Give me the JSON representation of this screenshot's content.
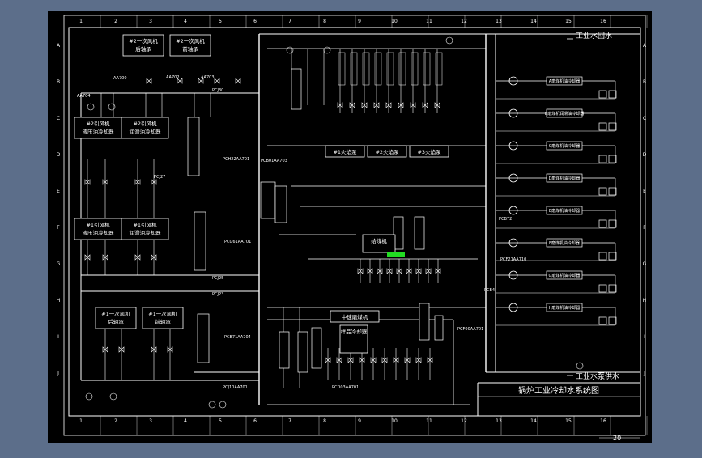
{
  "drawing": {
    "title": "锅炉工业冷却水系统图",
    "page_number": "20",
    "supply_label": "工业水回水",
    "return_label": "工业水泵供水",
    "col_numbers": [
      "1",
      "2",
      "3",
      "4",
      "5",
      "6",
      "7",
      "8",
      "9",
      "10",
      "11",
      "12",
      "13",
      "14",
      "15",
      "16"
    ],
    "row_letters": [
      "A",
      "B",
      "C",
      "D",
      "E",
      "F",
      "G",
      "H",
      "I",
      "J"
    ],
    "colors": {
      "background_outer": "#5c6e8a",
      "sheet": "#000000",
      "line": "#ffffff",
      "accent": "#22dd22"
    }
  },
  "blocks": {
    "fan2_rear": "#2一次风机\n后轴承",
    "fan2_front": "#2一次风机\n前轴承",
    "fan2_hyd": "#2引风机\n液压油冷却器",
    "fan2_lube": "#2引风机\n润滑油冷却器",
    "fan1_hyd": "#1引风机\n液压油冷却器",
    "fan1_lube": "#1引风机\n润滑油冷却器",
    "fan1_rear": "#1一次风机\n后轴承",
    "fan1_front": "#1一次风机\n前轴承",
    "pump_a": "#1火焰泵",
    "pump_b": "#2火焰泵",
    "pump_c": "#3火焰泵",
    "mill_main": "中速磨煤机",
    "sample_cooler": "样品冷却器",
    "coal_feeder": "给煤机"
  },
  "right_branches": [
    "A磨煤机油冷却器",
    "B磨煤机润滑油冷却器",
    "C磨煤机油冷却器",
    "D磨煤机油冷却器",
    "E磨煤机油冷却器",
    "F磨煤机油冷却器",
    "G磨煤机油冷却器",
    "H磨煤机油冷却器"
  ],
  "tags": {
    "t1": "AA700",
    "t2": "AA702",
    "t3": "AA703",
    "t4": "AA704",
    "t5": "PCJ30",
    "t6": "PCJ27",
    "t7": "PCJ25",
    "t8": "PCJ23",
    "t9": "PCH22AA701",
    "t10": "PCG61AA701",
    "t11": "PCJ10AA701",
    "t12": "PCB01AA703",
    "t13": "PCB71AA704",
    "t14": "PCB72",
    "t15": "PCF00AA701",
    "t16": "PCB4",
    "t17": "PCD03AA701",
    "t18": "PCF21AA710"
  }
}
